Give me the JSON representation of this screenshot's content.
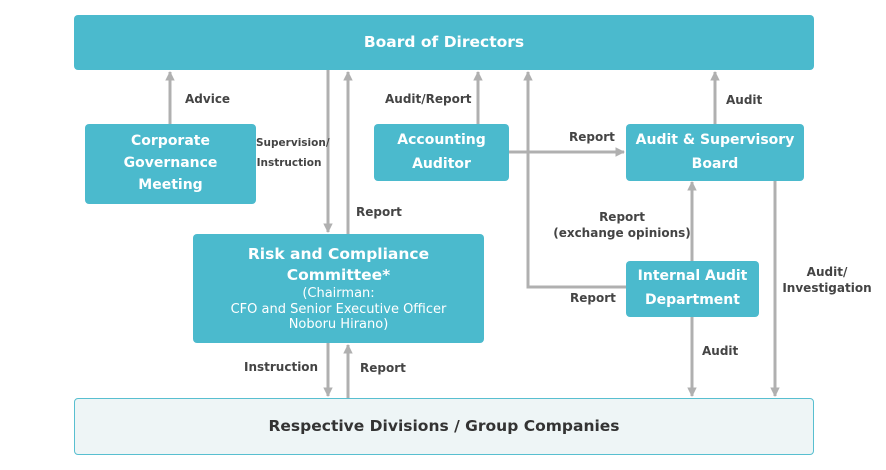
{
  "board": {
    "title": "Board of Directors"
  },
  "cgm": {
    "line1": "Corporate",
    "line2": "Governance",
    "line3": "Meeting"
  },
  "accounting": {
    "line1": "Accounting",
    "line2": "Auditor"
  },
  "asb": {
    "line1": "Audit & Supervisory",
    "line2": "Board"
  },
  "rcc": {
    "title1": "Risk and Compliance",
    "title2": "Committee*",
    "sub1": "(Chairman:",
    "sub2": "CFO and Senior Executive Officer",
    "sub3": "Noboru Hirano)"
  },
  "iad": {
    "line1": "Internal Audit",
    "line2": "Department"
  },
  "divisions": {
    "title": "Respective Divisions / Group Companies"
  },
  "labels": {
    "advice": "Advice",
    "supervision1": "Supervision/",
    "supervision2": "Instruction",
    "report_rcc_board": "Report",
    "audit_report": "Audit/Report",
    "report_acc_asb": "Report",
    "audit_asb_board": "Audit",
    "report_exchange1": "Report",
    "report_exchange2": "(exchange opinions)",
    "report_iad_board": "Report",
    "audit_investigation1": "Audit/",
    "audit_investigation2": "Investigation",
    "instruction_rcc_div": "Instruction",
    "report_div_rcc": "Report",
    "audit_iad_div": "Audit"
  },
  "colors": {
    "box": "#4bbacd",
    "arrow": "#b0b0b0",
    "divisions_bg": "#eef5f6",
    "divisions_border": "#58bfd0"
  }
}
